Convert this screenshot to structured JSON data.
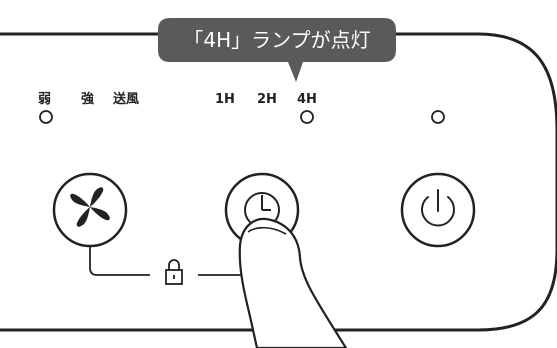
{
  "callout": {
    "text": "「4H」ランプが点灯"
  },
  "labels": {
    "weak": "弱",
    "strong": "強",
    "fan_mode": "送風",
    "timer_1h": "1H",
    "timer_2h": "2H",
    "timer_4h": "4H"
  },
  "colors": {
    "outline": "#222222",
    "callout_bg": "#5a5a5a",
    "callout_text": "#ffffff",
    "background": "#ffffff"
  },
  "icons": {
    "fan_button": "fan-icon",
    "timer_button": "timer-icon",
    "power_button": "power-icon",
    "child_lock": "lock-icon",
    "hand": "pressing-finger-icon"
  }
}
